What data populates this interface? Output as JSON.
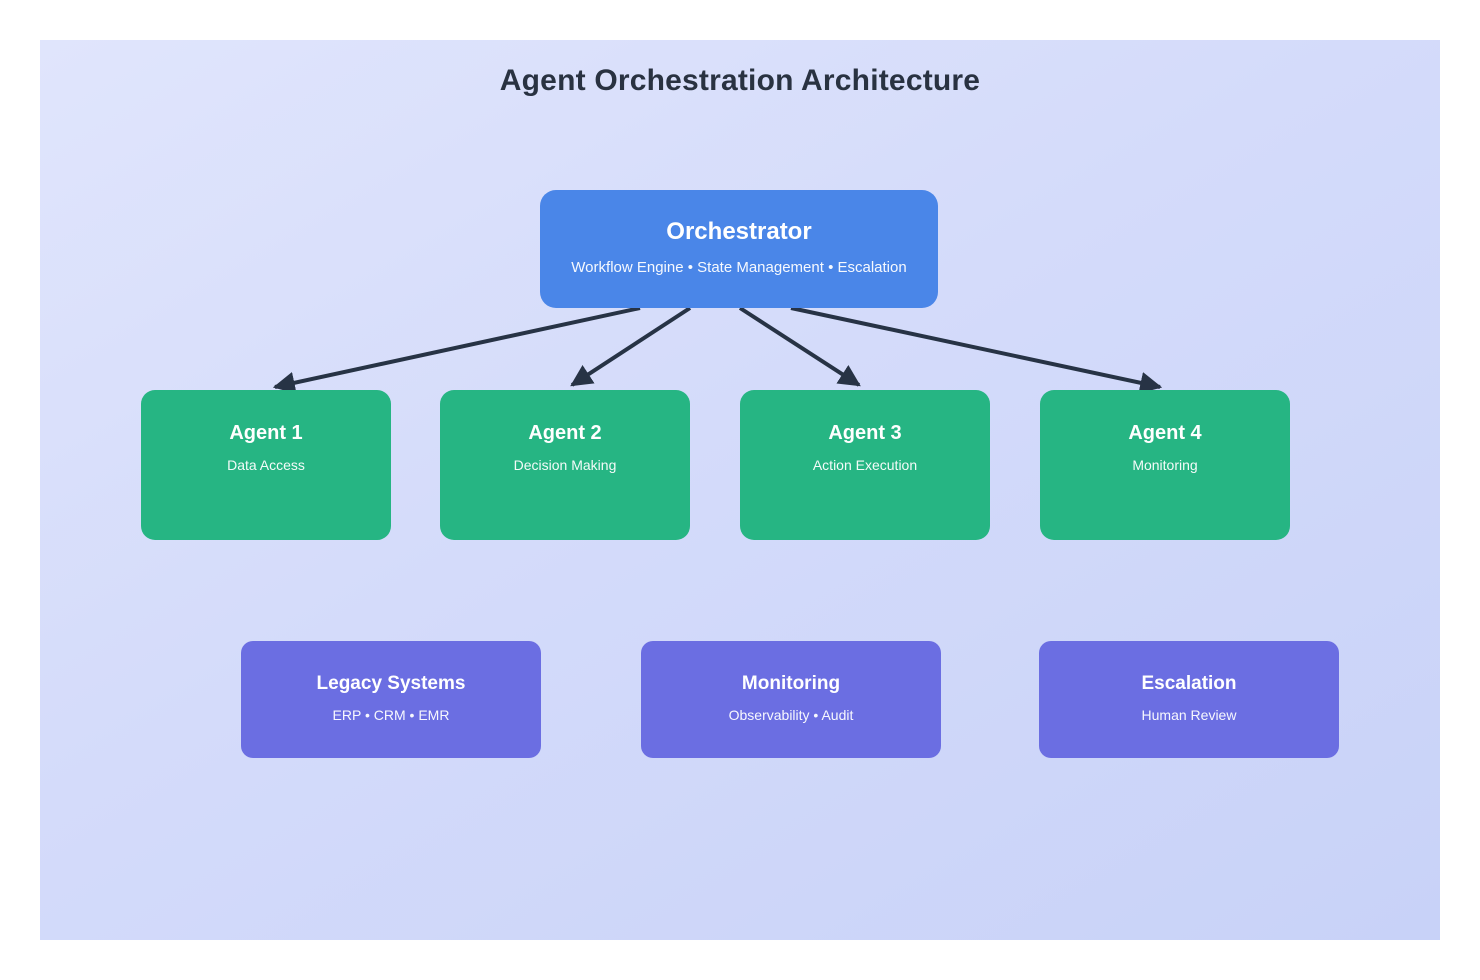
{
  "title": "Agent Orchestration Architecture",
  "colors": {
    "background_gradient_top": "#e0e5fc",
    "background_gradient_bottom": "#c8d2f8",
    "page_margin": "#ffffff",
    "orchestrator_fill": "#4a86e8",
    "agent_fill": "#26b583",
    "system_fill": "#6b6ee2",
    "arrow": "#273345",
    "title_text": "#293241",
    "node_text": "#ffffff"
  },
  "orchestrator": {
    "title": "Orchestrator",
    "subtitle": "Workflow Engine • State Management • Escalation"
  },
  "agents": [
    {
      "title": "Agent 1",
      "subtitle": "Data Access"
    },
    {
      "title": "Agent 2",
      "subtitle": "Decision Making"
    },
    {
      "title": "Agent 3",
      "subtitle": "Action Execution"
    },
    {
      "title": "Agent 4",
      "subtitle": "Monitoring"
    }
  ],
  "systems": [
    {
      "title": "Legacy Systems",
      "subtitle": "ERP • CRM • EMR"
    },
    {
      "title": "Monitoring",
      "subtitle": "Observability • Audit"
    },
    {
      "title": "Escalation",
      "subtitle": "Human Review"
    }
  ]
}
